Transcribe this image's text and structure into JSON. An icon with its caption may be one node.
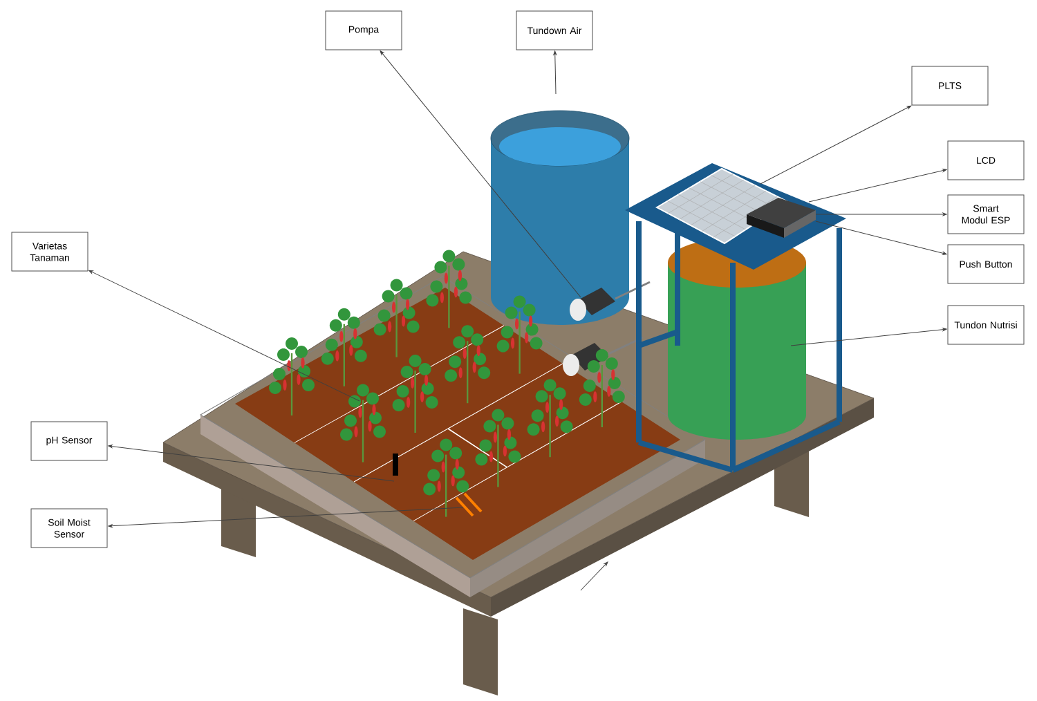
{
  "diagram": {
    "nodes": [
      {
        "text": [
          "Pompa"
        ]
      },
      {
        "text": [
          "Tundown Air"
        ]
      },
      {
        "text": [
          "PLTS"
        ]
      },
      {
        "text": [
          "LCD"
        ]
      },
      {
        "text": [
          "Smart Modul ESP"
        ]
      },
      {
        "text": [
          "Varietas Tanaman"
        ]
      },
      {
        "text": [
          "Push Button"
        ]
      },
      {
        "text": [
          "Tundon Nutrisi"
        ]
      },
      {
        "text": [
          "pH Sensor"
        ]
      },
      {
        "text": [
          "Soil Moist Sensor"
        ]
      }
    ],
    "edges": [
      {
        "from": null,
        "to": 0,
        "arrow": "to"
      },
      {
        "from": null,
        "to": 1,
        "arrow": "to"
      },
      {
        "from": null,
        "to": 2,
        "arrow": "to"
      },
      {
        "from": null,
        "to": 3,
        "arrow": "to"
      },
      {
        "from": null,
        "to": 4,
        "arrow": "to"
      },
      {
        "from": null,
        "to": 5,
        "arrow": "to"
      },
      {
        "from": null,
        "to": 6,
        "arrow": "to"
      },
      {
        "from": null,
        "to": 7,
        "arrow": "to"
      },
      {
        "from": null,
        "to": 8,
        "arrow": "to"
      },
      {
        "from": null,
        "to": 9,
        "arrow": "to"
      }
    ]
  }
}
